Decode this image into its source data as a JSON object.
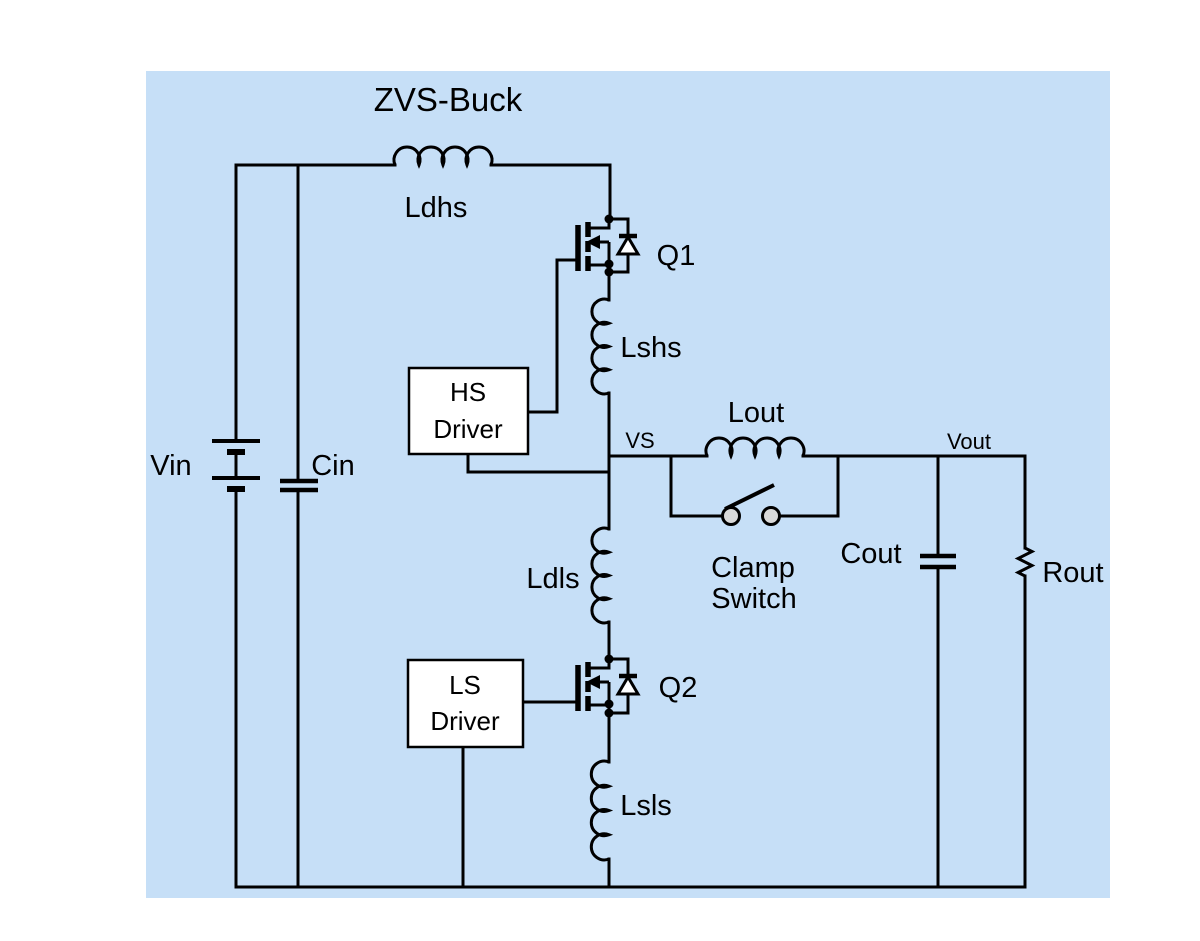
{
  "diagram": {
    "title": "ZVS-Buck",
    "labels": {
      "vin": "Vin",
      "cin": "Cin",
      "ldhs": "Ldhs",
      "q1": "Q1",
      "lshs": "Lshs",
      "hs_driver_line1": "HS",
      "hs_driver_line2": "Driver",
      "vs_node": "VS",
      "ldls": "Ldls",
      "q2": "Q2",
      "ls_driver_line1": "LS",
      "ls_driver_line2": "Driver",
      "lsls": "Lsls",
      "lout": "Lout",
      "clamp_line1": "Clamp",
      "clamp_line2": "Switch",
      "cout": "Cout",
      "vout_node": "Vout",
      "rout": "Rout"
    },
    "colors": {
      "panel": "#c6dff7",
      "line": "#000000",
      "component_fill": "#ffffff",
      "switch_contact_fill": "#d9d9d9"
    }
  }
}
